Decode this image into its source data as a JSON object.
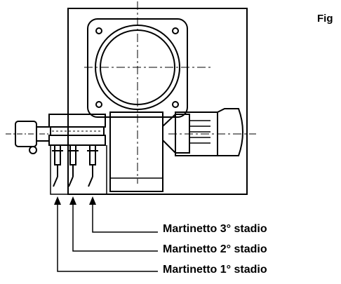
{
  "figure": {
    "label": "Fig"
  },
  "callouts": [
    {
      "label": "Martinetto 3° stadio"
    },
    {
      "label": "Martinetto 2° stadio"
    },
    {
      "label": "Martinetto 1° stadio"
    }
  ]
}
